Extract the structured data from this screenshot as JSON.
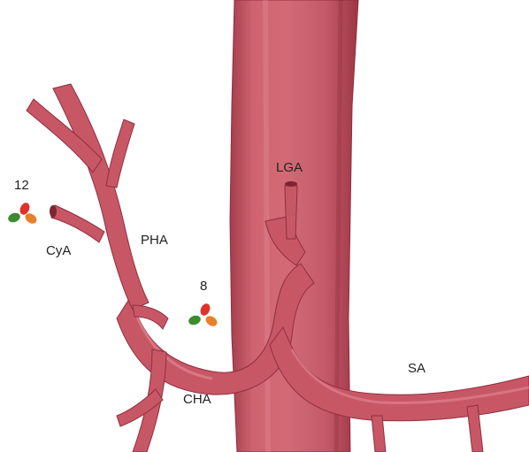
{
  "colors": {
    "vessel_fill": "#c85766",
    "vessel_dark": "#8e2f3d",
    "vessel_light": "#e58e97",
    "node_red": "#e0312c",
    "node_green": "#3d8a2f",
    "node_orange": "#e8802a",
    "text": "#222222"
  },
  "labels": {
    "lga": "LGA",
    "pha": "PHA",
    "cya": "CyA",
    "cha": "CHA",
    "sa": "SA"
  },
  "node_stations": [
    {
      "number": "12",
      "node_icons": [
        "red-node",
        "green-node",
        "orange-node"
      ]
    },
    {
      "number": "8",
      "node_icons": [
        "red-node",
        "green-node",
        "orange-node"
      ]
    }
  ]
}
